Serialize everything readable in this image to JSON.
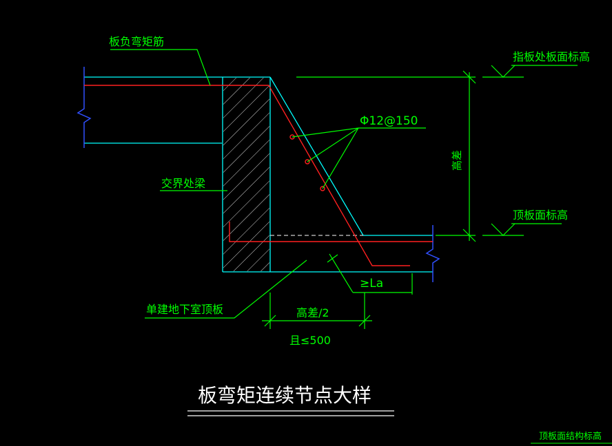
{
  "drawing": {
    "title": "板弯矩连续节点大样",
    "labels": {
      "top_rebar": "板负弯矩筋",
      "top_elevation": "指板处板面标高",
      "rebar_spec": "Φ12@150",
      "height_diff": "高差",
      "junction_beam": "交界处梁",
      "slab_top_elevation": "顶板面标高",
      "anchor_length": "≥La",
      "basement_roof": "单建地下室顶板",
      "half_height_diff": "高差/2",
      "max_length": "且≤500",
      "corner_note": "顶板面结构标高"
    },
    "colors": {
      "background": "#000000",
      "structure_line": "#00ffff",
      "rebar": "#ff2020",
      "annotation": "#00ff00",
      "hatch": "#ffffff",
      "title": "#ffffff"
    }
  }
}
